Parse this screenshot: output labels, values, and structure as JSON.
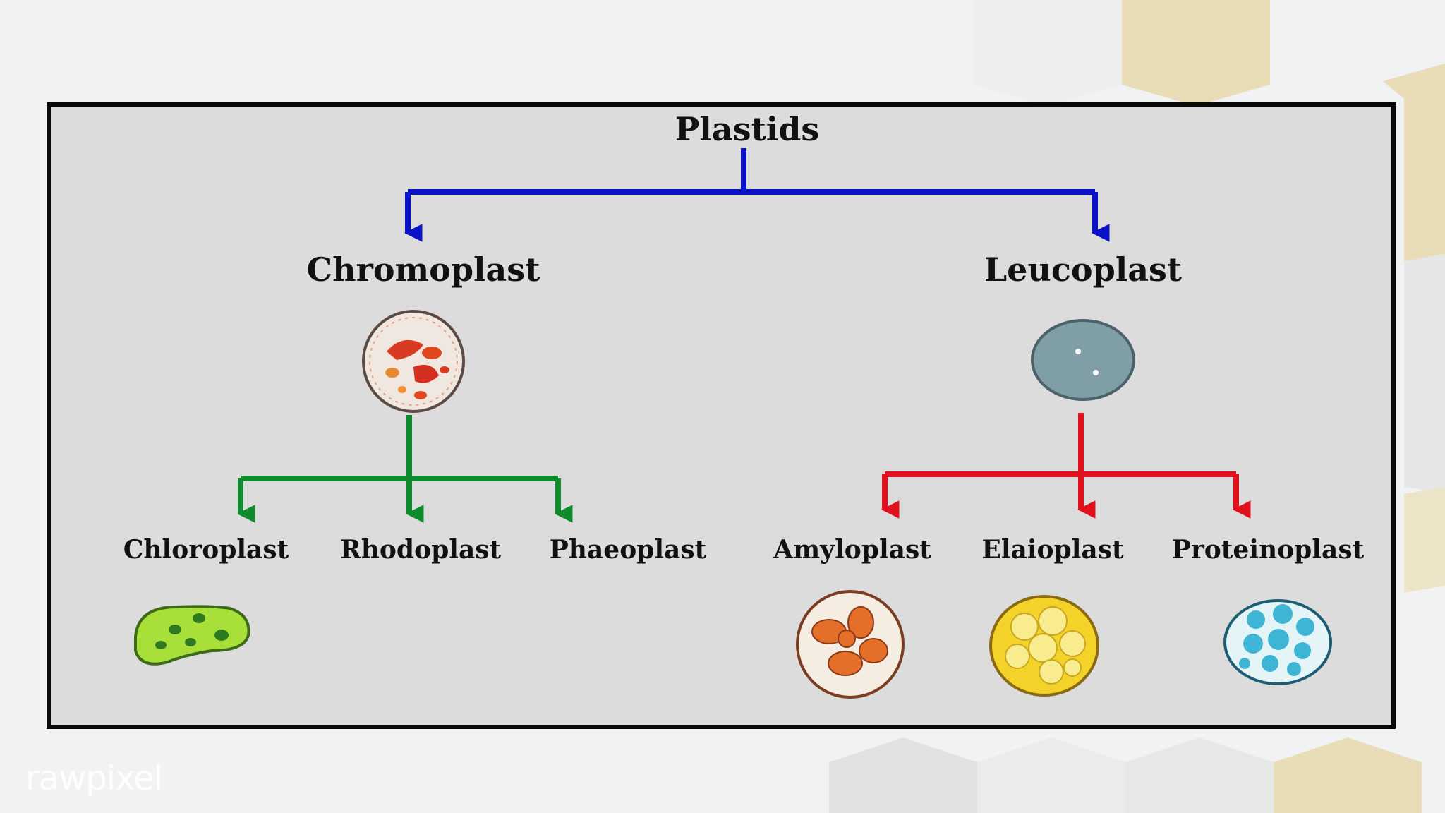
{
  "root": {
    "label": "Plastids"
  },
  "branches": [
    {
      "label": "Chromoplast",
      "connector_color": "#0a12c8",
      "children_color": "#0f8a2c",
      "children": [
        "Chloroplast",
        "Rhodoplast",
        "Phaeoplast"
      ]
    },
    {
      "label": "Leucoplast",
      "connector_color": "#0a12c8",
      "children_color": "#e0101c",
      "children": [
        "Amyloplast",
        "Elaioplast",
        "Proteinoplast"
      ]
    }
  ],
  "icons": [
    "chromoplast-cell-icon",
    "leucoplast-cell-icon",
    "chloroplast-cell-icon",
    "amyloplast-cell-icon",
    "elaioplast-cell-icon",
    "proteinoplast-cell-icon"
  ],
  "watermark": "rawpixel",
  "colors": {
    "background": "#f1f2f3",
    "panel": "#dcdcdc",
    "hex_gold": "#e9ddb8",
    "hex_grey": "#e2e3e5"
  }
}
